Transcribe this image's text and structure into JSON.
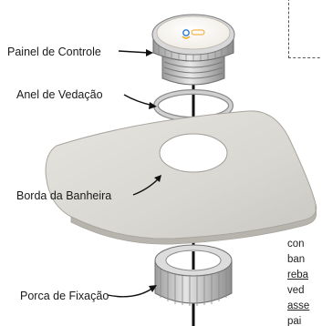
{
  "labels": {
    "control_panel": "Painel de Controle",
    "sealing_ring": "Anel de Vedação",
    "tub_rim": "Borda da Banheira",
    "fixing_nut": "Porca de Fixação"
  },
  "side_text": {
    "line1": "con",
    "line2": "ban",
    "line3": "reba",
    "line4": "ved",
    "line5": "asse",
    "line6": "pai"
  },
  "colors": {
    "tub": "#dcdad4",
    "part_gray": "#cfcfcf",
    "rod": "#111111",
    "accent_orange": "#f2a21e",
    "accent_blue": "#2a7bd8"
  }
}
